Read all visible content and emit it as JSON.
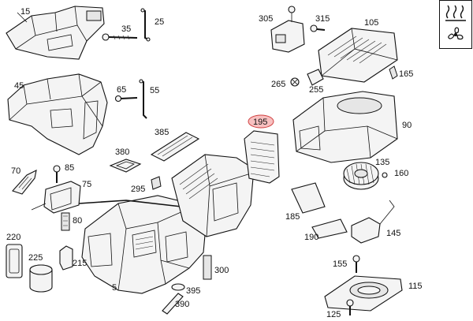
{
  "diagram": {
    "callouts": [
      {
        "id": "c15",
        "text": "15"
      },
      {
        "id": "c25",
        "text": "25"
      },
      {
        "id": "c35",
        "text": "35"
      },
      {
        "id": "c45",
        "text": "45"
      },
      {
        "id": "c55",
        "text": "55"
      },
      {
        "id": "c65",
        "text": "65"
      },
      {
        "id": "c70",
        "text": "70"
      },
      {
        "id": "c75",
        "text": "75"
      },
      {
        "id": "c80",
        "text": "80"
      },
      {
        "id": "c85",
        "text": "85"
      },
      {
        "id": "c90",
        "text": "90"
      },
      {
        "id": "c105",
        "text": "105"
      },
      {
        "id": "c115",
        "text": "115"
      },
      {
        "id": "c125",
        "text": "125"
      },
      {
        "id": "c135",
        "text": "135"
      },
      {
        "id": "c145",
        "text": "145"
      },
      {
        "id": "c155",
        "text": "155"
      },
      {
        "id": "c160",
        "text": "160"
      },
      {
        "id": "c165",
        "text": "165"
      },
      {
        "id": "c185",
        "text": "185"
      },
      {
        "id": "c190",
        "text": "190"
      },
      {
        "id": "c195",
        "text": "195",
        "highlighted": true
      },
      {
        "id": "c215",
        "text": "215"
      },
      {
        "id": "c220",
        "text": "220"
      },
      {
        "id": "c225",
        "text": "225"
      },
      {
        "id": "c255",
        "text": "255"
      },
      {
        "id": "c265",
        "text": "265"
      },
      {
        "id": "c295",
        "text": "295"
      },
      {
        "id": "c300",
        "text": "300"
      },
      {
        "id": "c305",
        "text": "305"
      },
      {
        "id": "c315",
        "text": "315"
      },
      {
        "id": "c380",
        "text": "380"
      },
      {
        "id": "c385",
        "text": "385"
      },
      {
        "id": "c390",
        "text": "390"
      },
      {
        "id": "c395",
        "text": "395"
      },
      {
        "id": "c5",
        "text": "5"
      }
    ],
    "legend_icons": [
      "heating-icon",
      "fan-icon"
    ],
    "highlight_color": "#e57373"
  }
}
